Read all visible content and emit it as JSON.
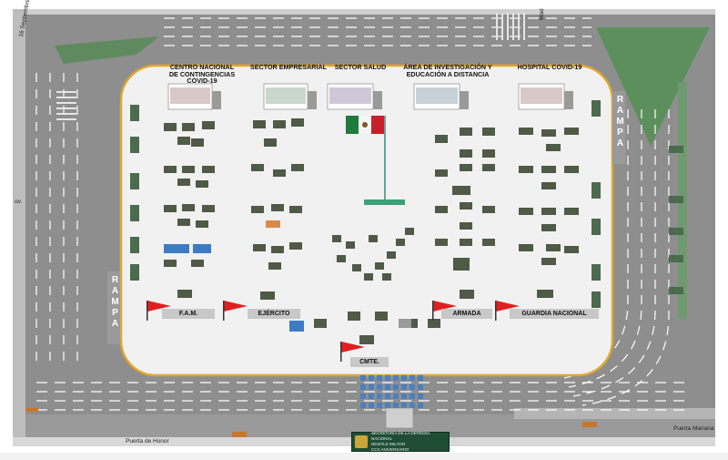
{
  "sector_labels": {
    "centro": "CENTRO NACIONAL DE CONTINGENCIAS COVID-19",
    "empresarial": "SECTOR EMPRESARIAL",
    "salud": "SECTOR SALUD",
    "investigacion": "ÁREA DE INVESTIGACIÓN Y EDUCACIÓN A DISTANCIA",
    "hospital": "HOSPITAL COVID-19"
  },
  "group_labels": {
    "fam": "F.A.M.",
    "ejercito": "EJÉRCITO",
    "armada": "ARMADA",
    "guardia": "GUARDIA NACIONAL",
    "cmte": "CMTE."
  },
  "ramps": {
    "left": "RAMPA",
    "right": "RAMPA"
  },
  "streets": {
    "top_left": "16 Septiembre",
    "left_mid": "ov.",
    "top_mid": "Mad",
    "puerta_honor": "Puerta de Honor",
    "puerta_mariana": "Puerta Mariana"
  },
  "banner": {
    "line1": "SECRETARÍA DE LA DEFENSA NACIONAL",
    "line2": "DESFILE MILITAR",
    "line3": "CCX ANIVERSARIO"
  },
  "colors": {
    "road": "#8c8c8c",
    "plaza": "#f1f1f1",
    "plaza_border": "#e0a72c",
    "greenery": "#5e8a5e",
    "flag_marker": "#e02020"
  }
}
